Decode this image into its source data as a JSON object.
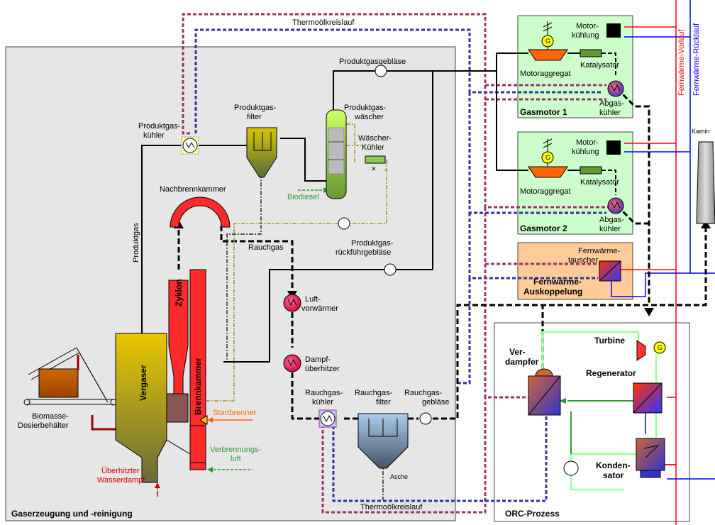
{
  "labels": {
    "thermo_top": "Thermoölkreislauf",
    "thermo_bottom": "Thermoölkreislauf",
    "produktgas_geblaese": "Produktgasgebläse",
    "produktgas_kuehler": [
      "Produktgas-",
      "kühler"
    ],
    "produktgas_filter": [
      "Produktgas-",
      "filter"
    ],
    "produktgas_waescher": [
      "Produktgas-",
      "wäscher"
    ],
    "waescher_kuehler": [
      "Wäscher-",
      "Kühler"
    ],
    "biodiesel": "Biodiesel",
    "nachbrennkammer": "Nachbrennkammer",
    "produktgas": "Produktgas",
    "rauchgas": "Rauchgas",
    "rueckfuehr_geblaese": [
      "Produktgas-",
      "rückführgebläse"
    ],
    "zyklon": "Zyklon",
    "vergaser": "Vergaser",
    "brennkammer": "Brennkammer",
    "startbrenner": "Startbrenner",
    "verbrennungsluft": [
      "Verbrennungs-",
      "luft"
    ],
    "ueberhitzter_dampf": [
      "Überhitzter",
      "Wasserdampf"
    ],
    "biomasse": [
      "Biomasse-",
      "Dosierbehälter"
    ],
    "luftvorwaermer": [
      "Luft-",
      "vorwärmer"
    ],
    "dampfueberhitzer": [
      "Dampf-",
      "überhitzer"
    ],
    "rauchgas_kuehler": [
      "Rauchgas-",
      "kühler"
    ],
    "rauchgas_filter": [
      "Rauchgas-",
      "filter"
    ],
    "rauchgas_geblaese": [
      "Rauchgas-",
      "gebläse"
    ],
    "asche": "Asche",
    "section_gas": "Gaserzeugung und -reinigung",
    "motor_kuehlung": [
      "Motor-",
      "kühlung"
    ],
    "katalysator": "Katalysator",
    "motoraggregat": "Motoraggregat",
    "abgas_kuehler": [
      "Abgas-",
      "kühler"
    ],
    "gasmotor1": "Gasmotor 1",
    "gasmotor2": "Gasmotor 2",
    "generator_symbol": "G",
    "fernwaerme_tauscher": [
      "Fernwärme-",
      "tauscher"
    ],
    "fernwaerme_auskoppelung": [
      "Fernwärme-",
      "Auskoppelung"
    ],
    "fernwaerme_vorlauf": "Fernwärme-Vorlauf",
    "fernwaerme_ruecklauf": "Fernwärme-Rücklauf",
    "kamin": "Kamin",
    "turbine": "Turbine",
    "verdampfer": [
      "Ver-",
      "dampfer"
    ],
    "regenerator": "Regenerator",
    "kondensator": [
      "Konden-",
      "sator"
    ],
    "section_orc": "ORC-Prozess"
  },
  "colors": {
    "thermo_maroon": "#993366",
    "thermo_blue": "#333399",
    "flue_black": "#000000",
    "vorlauf_red": "#ff0000",
    "ruecklauf_blue": "#0000ff",
    "orc_green": "#99ff99",
    "gasmotor_bg": "#ccffcc",
    "fw_bg": "#ffcc99",
    "gas_section_bg": "#e6e6e6",
    "combustion_red": "#ff2a2a",
    "olive": "#999933",
    "orange": "#ff6600",
    "green_line": "#339933"
  }
}
